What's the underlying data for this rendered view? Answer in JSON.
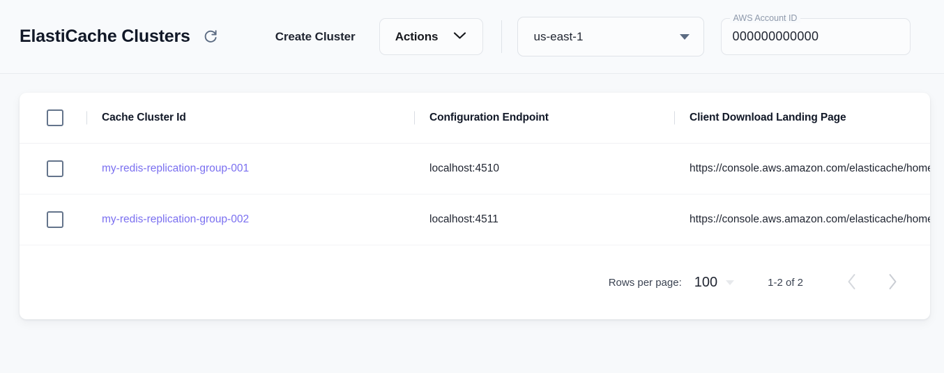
{
  "header": {
    "title": "ElastiCache Clusters",
    "refresh_icon": "refresh-icon",
    "create_cluster_label": "Create Cluster",
    "actions_label": "Actions",
    "actions_chevron_icon": "chevron-down-icon",
    "region": {
      "value": "us-east-1",
      "caret_icon": "triangle-down-icon"
    },
    "account": {
      "label": "AWS Account ID",
      "value": "000000000000"
    }
  },
  "table": {
    "columns": [
      {
        "key": "select",
        "label": ""
      },
      {
        "key": "id",
        "label": "Cache Cluster Id"
      },
      {
        "key": "endpoint",
        "label": "Configuration Endpoint"
      },
      {
        "key": "landing",
        "label": "Client Download Landing Page"
      }
    ],
    "rows": [
      {
        "id": "my-redis-replication-group-001",
        "endpoint": "localhost:4510",
        "landing": "https://console.aws.amazon.com/elasticache/home"
      },
      {
        "id": "my-redis-replication-group-002",
        "endpoint": "localhost:4511",
        "landing": "https://console.aws.amazon.com/elasticache/home"
      }
    ]
  },
  "pagination": {
    "rows_per_page_label": "Rows per page:",
    "rows_per_page_value": "100",
    "range_label": "1-2 of 2",
    "prev_icon": "chevron-left-icon",
    "next_icon": "chevron-right-icon"
  },
  "colors": {
    "link": "#7a6ff0",
    "page_bg": "#f7f9fb",
    "card_bg": "#ffffff",
    "checkbox_border": "#64748b"
  }
}
